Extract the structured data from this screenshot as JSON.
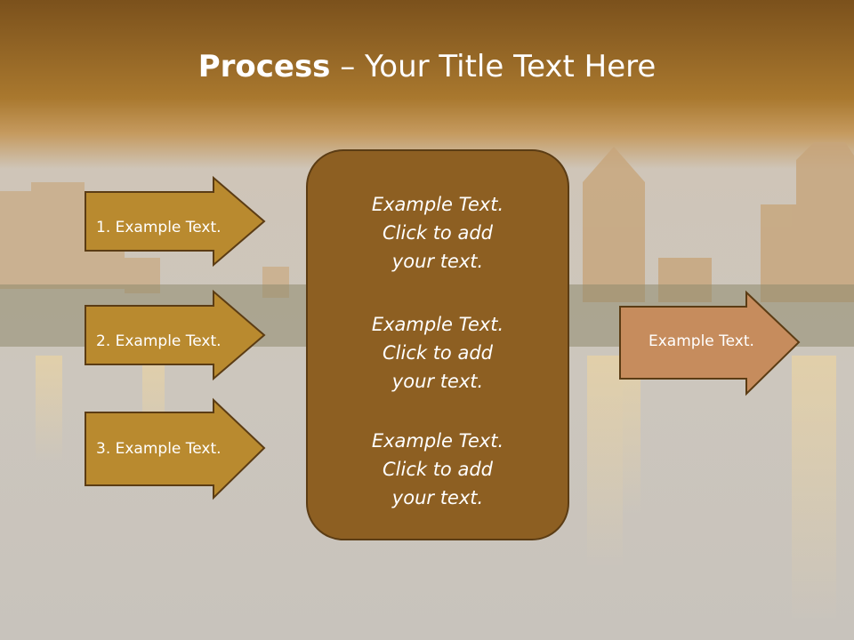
{
  "slide": {
    "title_strong": "Process",
    "title_rest": " – Your Title Text Here"
  },
  "arrows_left": [
    {
      "label": "1. Example Text."
    },
    {
      "label": "2. Example Text."
    },
    {
      "label": "3. Example Text."
    }
  ],
  "center_box": {
    "items": [
      {
        "line1": "Example Text.",
        "line2": "Click  to add",
        "line3": "your text."
      },
      {
        "line1": "Example Text.",
        "line2": "Click  to add",
        "line3": "your text."
      },
      {
        "line1": "Example Text.",
        "line2": "Click  to add",
        "line3": "your text."
      }
    ]
  },
  "arrow_right": {
    "label": "Example Text."
  },
  "colors": {
    "arrow_fill": "#b98a2f",
    "arrow_stroke": "#5b3c14",
    "center_fill": "#8d5f22",
    "right_arrow_fill": "#c68c5d",
    "header_dark": "#7b511c"
  }
}
